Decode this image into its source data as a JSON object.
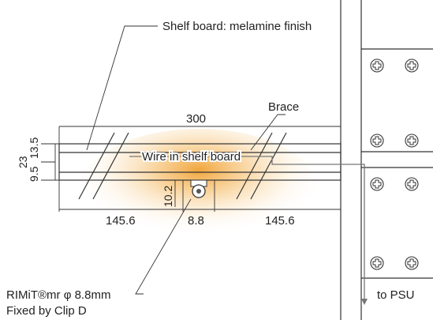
{
  "labels": {
    "shelf_board": "Shelf board: melamine finish",
    "brace": "Brace",
    "wire": "Wire in shelf board",
    "rimit_line1": "RIMiT®mr φ 8.8mm",
    "rimit_line2": "Fixed by Clip D",
    "to_psu": "to PSU"
  },
  "dimensions": {
    "width_total": "300",
    "height_total": "23",
    "upper_height": "13.5",
    "lower_height": "9.5",
    "light_height": "10.2",
    "left_span": "145.6",
    "light_width": "8.8",
    "right_span": "145.6"
  },
  "colors": {
    "line": "#333333",
    "glow_center": "#f0a030",
    "wire": "#777777"
  },
  "icons": [
    "screw-head-icon"
  ]
}
